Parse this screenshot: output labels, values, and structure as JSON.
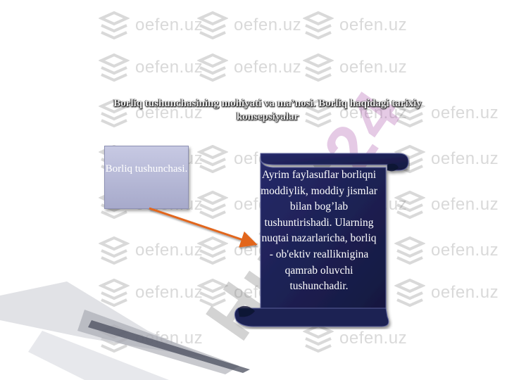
{
  "watermark": {
    "site": "oefen.uz",
    "brand_left": "Hujjat",
    "brand_right": "24",
    "icon": "stack-layers-icon"
  },
  "slide": {
    "title": "Borliq tushunchasining mohiyati va ma’nosi. Borliq haqidagi tarixiy konsepsiyalar",
    "concept_label": "Borliq tushunchasi.",
    "description": "Ayrim faylasuflar borliqni moddiylik, moddiy jismlar bilan bog’lab tushuntirishadi. Ularning nuqtai nazarlaricha, borliq - ob'ektiv realliknigina qamrab oluvchi tushunchadir.",
    "colors": {
      "concept_box": "#b3b6d6",
      "scroll_fill": "#1b1f57",
      "arrow": "#e2661f",
      "deco_grey": "#b0b3bd"
    }
  }
}
